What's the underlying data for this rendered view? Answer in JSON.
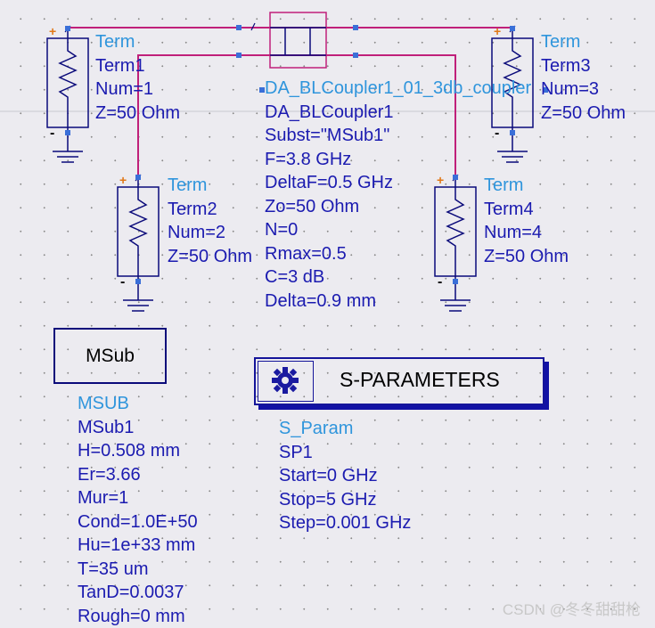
{
  "terms": [
    {
      "type": "Term",
      "name": "Term1",
      "num": "Num=1",
      "z": "Z=50 Ohm"
    },
    {
      "type": "Term",
      "name": "Term2",
      "num": "Num=2",
      "z": "Z=50 Ohm"
    },
    {
      "type": "Term",
      "name": "Term3",
      "num": "Num=3",
      "z": "Z=50 Ohm"
    },
    {
      "type": "Term",
      "name": "Term4",
      "num": "Num=4",
      "z": "Z=50 Ohm"
    }
  ],
  "coupler": {
    "type": "DA_BLCoupler1_01_3db_coupler",
    "name": "DA_BLCoupler1",
    "params": [
      "Subst=\"MSub1\"",
      "F=3.8 GHz",
      "DeltaF=0.5 GHz",
      "Zo=50 Ohm",
      "N=0",
      "Rmax=0.5",
      "C=3 dB",
      "Delta=0.9 mm"
    ]
  },
  "msub": {
    "box_label": "MSub",
    "type": "MSUB",
    "name": "MSub1",
    "params": [
      "H=0.508 mm",
      "Er=3.66",
      "Mur=1",
      "Cond=1.0E+50",
      "Hu=1e+33 mm",
      "T=35 um",
      "TanD=0.0037",
      "Rough=0 mm"
    ]
  },
  "sparam": {
    "box_label": "S-PARAMETERS",
    "type": "S_Param",
    "name": "SP1",
    "params": [
      "Start=0 GHz",
      "Stop=5 GHz",
      "Step=0.001 GHz"
    ]
  },
  "pin_marks": {
    "plus": "+",
    "minus": "-"
  },
  "watermark": "CSDN @冬冬甜甜枪",
  "colors": {
    "background": "#ecebf0",
    "wire": "#c0207a",
    "component": "#0a0a7a",
    "type_label": "#2f95dc",
    "param_label": "#1b1bb0",
    "pin": "#3a6fd8",
    "pin_plus": "#e07818"
  }
}
